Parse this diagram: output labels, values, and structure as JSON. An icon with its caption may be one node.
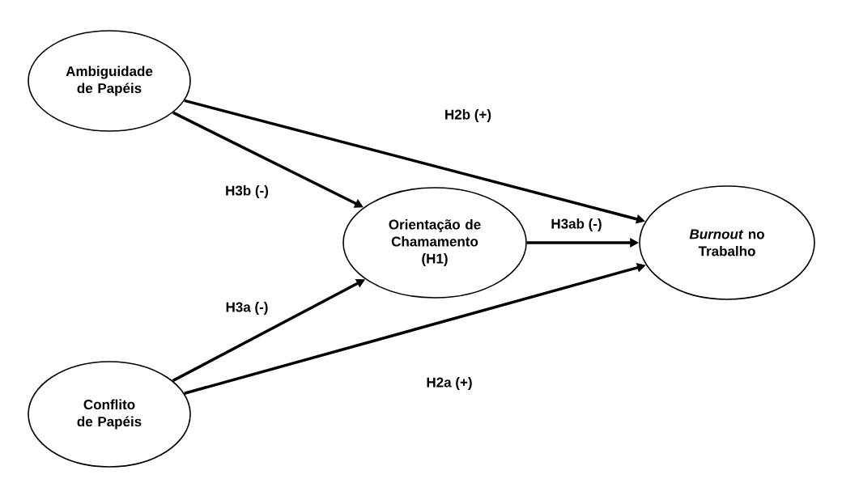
{
  "diagram": {
    "nodes": [
      {
        "text": [
          "Ambiguidade de Papéis"
        ]
      },
      {
        "text": [
          "Orientação de Chamamento (H1)"
        ]
      },
      {
        "text": [
          "*Burnout* no Trabalho"
        ]
      },
      {
        "text": [
          "Conflito de Papéis"
        ]
      }
    ],
    "edges": [
      {
        "from": 0,
        "to": 2,
        "arrow": "to",
        "label": "H2b (+)"
      },
      {
        "from": 0,
        "to": 1,
        "arrow": "to",
        "label": "H3b (-)"
      },
      {
        "from": 1,
        "to": 2,
        "arrow": "to",
        "label": "H3ab (-)"
      },
      {
        "from": 3,
        "to": 1,
        "arrow": "to",
        "label": "H3a (-)"
      },
      {
        "from": 3,
        "to": 2,
        "arrow": "to",
        "label": "H2a (+)"
      }
    ]
  }
}
